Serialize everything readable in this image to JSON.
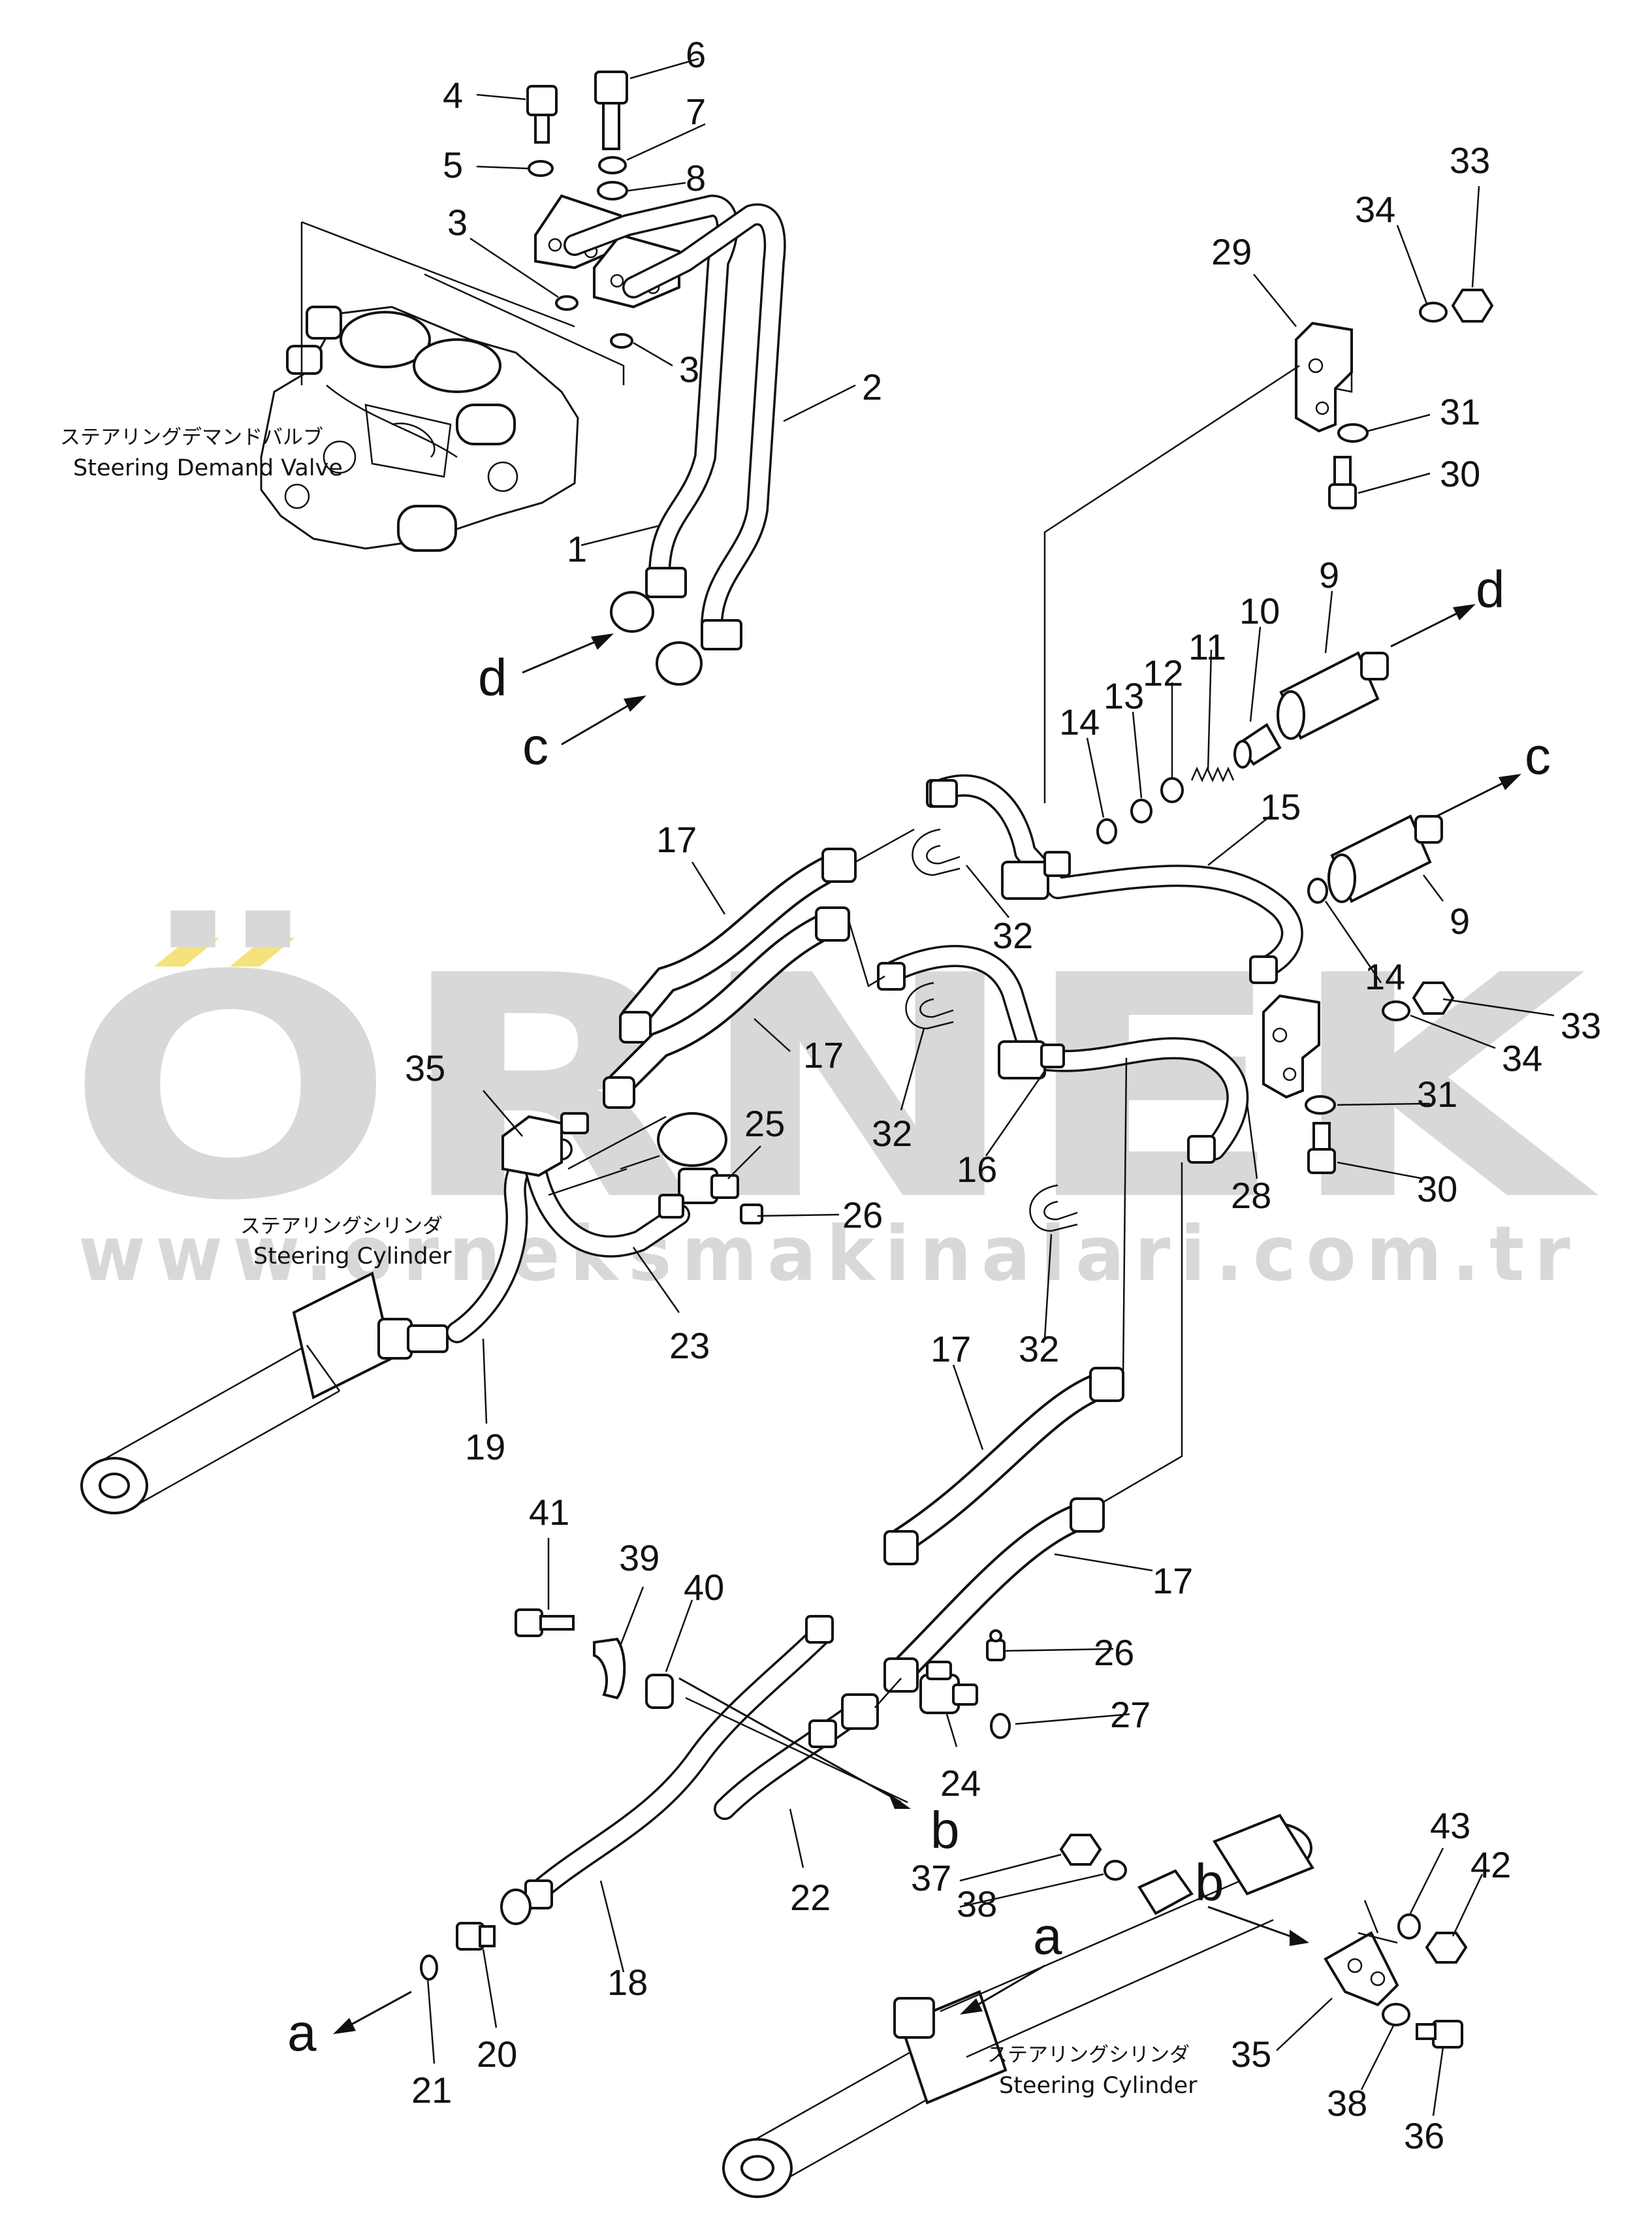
{
  "watermark": {
    "logo": "ÖRNEK",
    "url": "www.orneksmakinalari.com.tr",
    "logo_color": "#d8d8d8",
    "accent_color": "#f5e27a"
  },
  "captions": {
    "demand_valve_jp": "ステアリングデマンドバルブ",
    "demand_valve_en": "Steering Demand Valve",
    "cylinder_left_jp": "ステアリングシリンダ",
    "cylinder_left_en": "Steering Cylinder",
    "cylinder_right_jp": "ステアリングシリンダ",
    "cylinder_right_en": "Steering Cylinder"
  },
  "connections": {
    "d_top": "d",
    "c_top": "c",
    "d_right": "d",
    "c_right": "c",
    "b_mid": "b",
    "b_right": "b",
    "a_left": "a",
    "a_right": "a"
  },
  "parts": {
    "p1": "1",
    "p2": "2",
    "p3a": "3",
    "p3b": "3",
    "p4": "4",
    "p5": "5",
    "p6": "6",
    "p7": "7",
    "p8": "8",
    "p9a": "9",
    "p9b": "9",
    "p10": "10",
    "p11": "11",
    "p12": "12",
    "p13": "13",
    "p14a": "14",
    "p14b": "14",
    "p15": "15",
    "p16": "16",
    "p17a": "17",
    "p17b": "17",
    "p17c": "17",
    "p17d": "17",
    "p18": "18",
    "p19": "19",
    "p20": "20",
    "p21": "21",
    "p22": "22",
    "p23": "23",
    "p24": "24",
    "p25": "25",
    "p26a": "26",
    "p26b": "26",
    "p27": "27",
    "p28": "28",
    "p29": "29",
    "p30a": "30",
    "p30b": "30",
    "p31a": "31",
    "p31b": "31",
    "p32a": "32",
    "p32b": "32",
    "p32c": "32",
    "p33a": "33",
    "p33b": "33",
    "p34a": "34",
    "p34b": "34",
    "p35a": "35",
    "p35b": "35",
    "p36": "36",
    "p37": "37",
    "p38a": "38",
    "p38b": "38",
    "p39": "39",
    "p40": "40",
    "p41": "41",
    "p42": "42",
    "p43": "43"
  }
}
